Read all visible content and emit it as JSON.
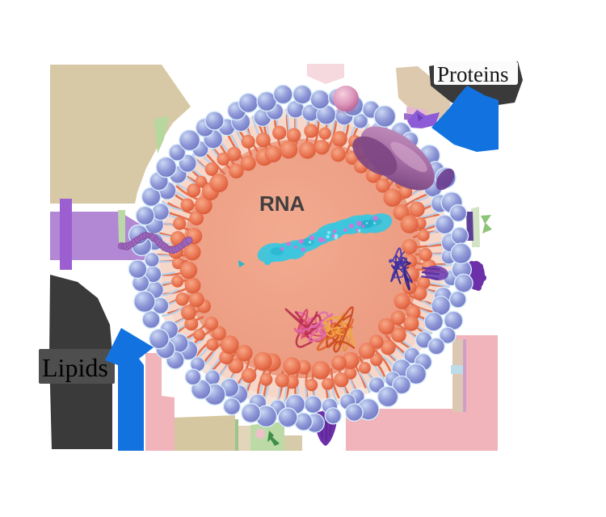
{
  "figure": {
    "type": "diagram",
    "subject": "Lipid nanoparticle vesicle cross-section with RNA cargo",
    "labels": {
      "rna": "RNA",
      "proteins": "Proteins",
      "lipids": "Lipids"
    },
    "annotations": [
      {
        "label": "Proteins",
        "arrow": "blue arrow pointing to membrane proteins (top right)"
      },
      {
        "label": "Lipids",
        "arrow": "blue arrow pointing to lipid bilayer (bottom left)"
      },
      {
        "label": "RNA",
        "arrow": "none (inside core)"
      }
    ]
  },
  "colors": {
    "background": "#ffffff",
    "arrow_blue": "#1273e0",
    "label_backdrop": "#3a3a3a",
    "label_patch_light": "#fbfbfb",
    "label_patch_gray": "#4e4e4e",
    "membrane_head_blue": "#8e96d6",
    "membrane_head_rim": "#d6ebfa",
    "membrane_tail_blue": "#b3cfec",
    "lipid_tail_orange": "#e26a47",
    "core_salmon": "#eb9a80",
    "tail_band": "#f7ddd0",
    "rna_cyan": "#3cc6de",
    "rna_magenta": "#e668d6",
    "protein_mauve": "#a46ba3",
    "protein_pink": "#d68cb0",
    "protein_purple": "#6d30a9",
    "bead_purple": "#9c66ba",
    "ribbon_crimson": "#d84464",
    "ribbon_orange": "#e8913c",
    "ribbon_indigo": "#372c9c"
  }
}
